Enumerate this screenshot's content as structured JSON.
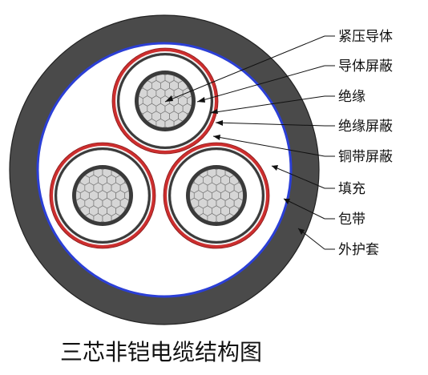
{
  "caption": "三芯非铠电缆结构图",
  "labels": {
    "compressed_conductor": "紧压导体",
    "conductor_screen": "导体屏蔽",
    "insulation": "绝缘",
    "insulation_screen": "绝缘屏蔽",
    "copper_tape_screen": "铜带屏蔽",
    "filler": "填充",
    "wrapping_tape": "包带",
    "outer_sheath": "外护套"
  },
  "colors": {
    "outer_sheath": "#4a4a4a",
    "wrapping_tape": "#2b3fd6",
    "filler": "#ffffff",
    "copper_tape_screen": "#cc2e2e",
    "insulation_screen": "#3a3a3a",
    "insulation": "#ffffff",
    "conductor_screen": "#3a3a3a",
    "conductor": "#d6d6d6"
  }
}
